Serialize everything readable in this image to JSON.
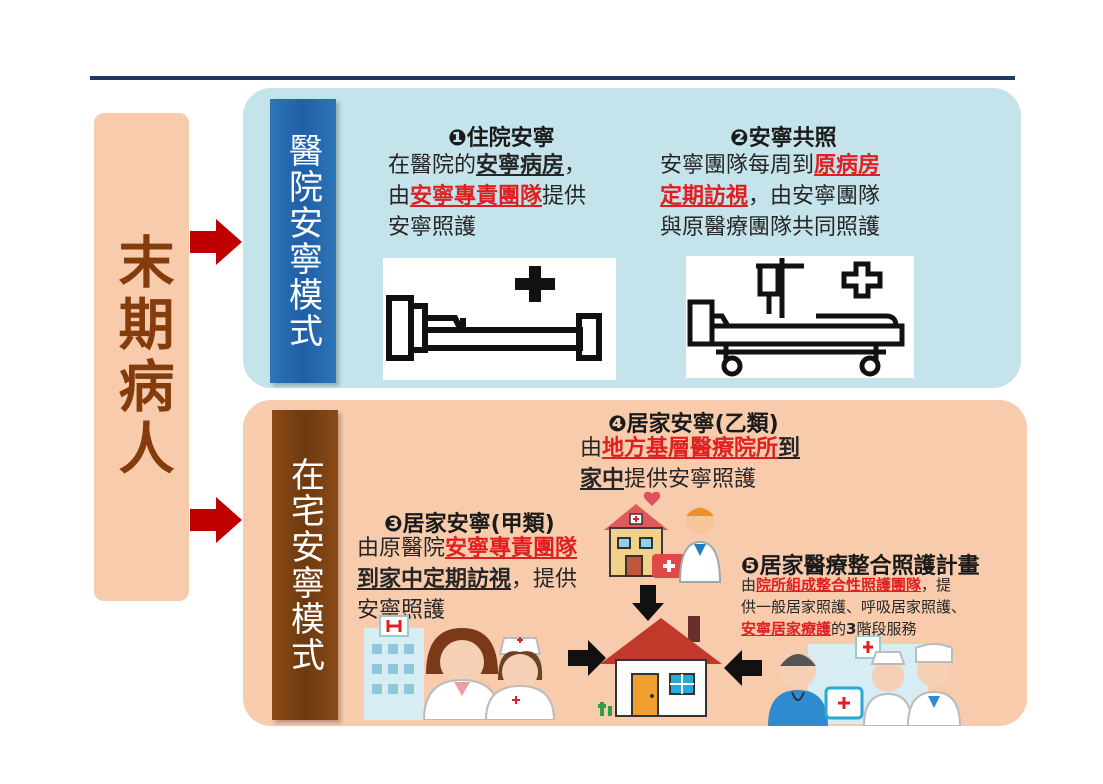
{
  "patient": {
    "label": "末期病人"
  },
  "hospital_mode": {
    "tab_label": "醫院安寧模式",
    "item1": {
      "title": "❶住院安寧",
      "line1_pre": "在醫院的",
      "line1_em": "安寧病房",
      "line1_post": "，",
      "line2_pre": "由",
      "line2_em": "安寧專責團隊",
      "line2_post": "提供",
      "line3": "安寧照護",
      "icon": "hospital-bed-icon"
    },
    "item2": {
      "title": "❷安寧共照",
      "line1_pre": "安寧團隊每周到",
      "line1_em": "原病房",
      "line2_em": "定期訪視",
      "line2_post": "，由安寧團隊",
      "line3": "與原醫療團隊共同照護",
      "icon": "medical-bed-iv-icon"
    }
  },
  "home_mode": {
    "tab_label": "在宅安寧模式",
    "item4": {
      "title": "❹居家安寧(乙類)",
      "line1_pre": "由",
      "line1_em": "地方基層醫療院所",
      "line1_post": "到",
      "line2_em": "家中",
      "line2_post": "提供安寧照護",
      "icon": "clinic-doctor-icon"
    },
    "item3": {
      "title": "❸居家安寧(甲類)",
      "line1_pre": "由原醫院",
      "line1_em": "安寧專責團隊",
      "line2_em": "到家中定期訪視",
      "line2_post": "，提供",
      "line3": "安寧照護",
      "icon": "hospital-staff-icon"
    },
    "item5": {
      "title": "❺居家醫療整合照護計畫",
      "line1_pre": "由",
      "line1_em": "院所組成整合性照護團隊",
      "line1_post": "，提",
      "line2": "供一般居家照護、呼吸居家照護、",
      "line3_em": "安寧居家療護",
      "line3_mid": "的",
      "line3_num": "3",
      "line3_post": "階段服務",
      "icon": "care-team-icon"
    },
    "center_icon": "home-icon"
  },
  "colors": {
    "header_line": "#1f3864",
    "patient_bg": "#f8cbad",
    "patient_text": "#843c0c",
    "hospital_panel": "#c5e3ea",
    "hospital_tab": "#2e75b6",
    "home_panel": "#f8cbad",
    "home_tab": "#7b3f0f",
    "arrow": "#c00000",
    "emphasis": "#e02020"
  }
}
